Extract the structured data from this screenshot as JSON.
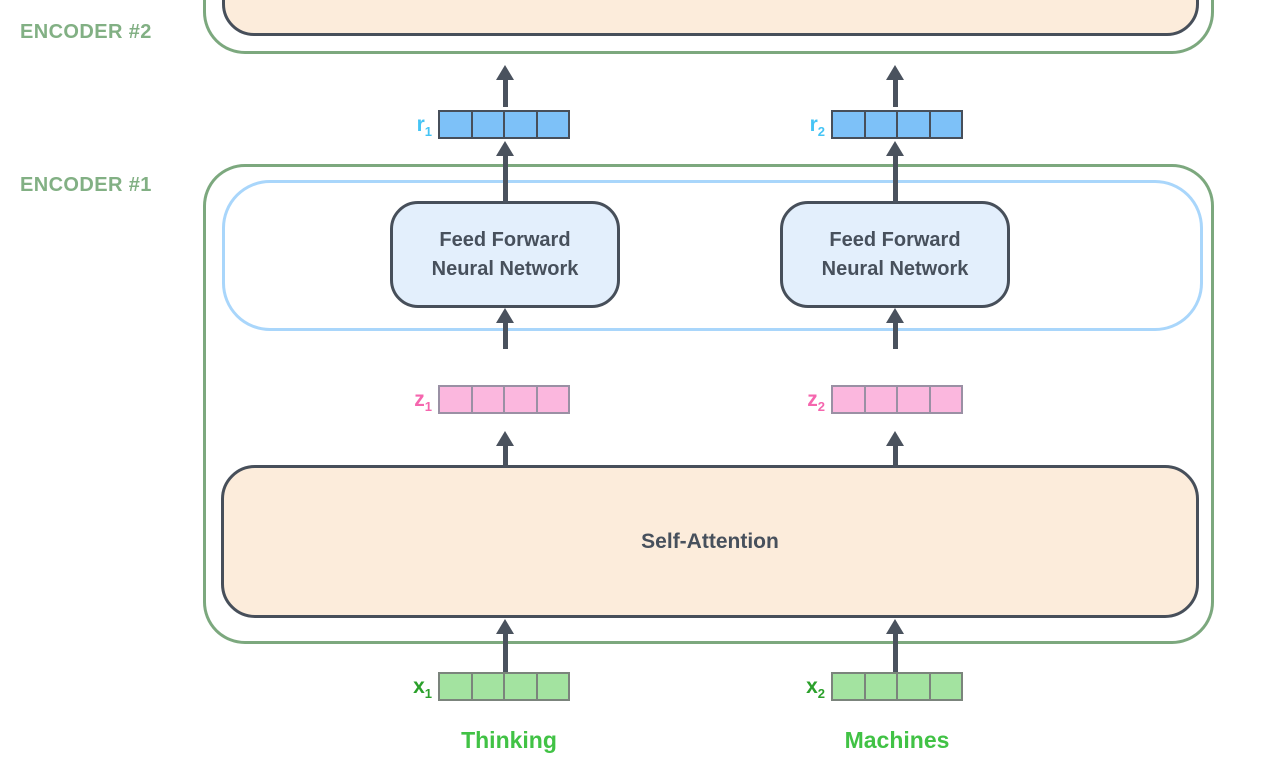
{
  "encoders": {
    "encoder2_label": "ENCODER #2",
    "encoder1_label": "ENCODER #1"
  },
  "blocks": {
    "feed_forward_line1": "Feed Forward",
    "feed_forward_line2": "Neural Network",
    "self_attention": "Self-Attention"
  },
  "vectors": {
    "r1": {
      "base": "r",
      "sub": "1"
    },
    "r2": {
      "base": "r",
      "sub": "2"
    },
    "z1": {
      "base": "z",
      "sub": "1"
    },
    "z2": {
      "base": "z",
      "sub": "2"
    },
    "x1": {
      "base": "x",
      "sub": "1"
    },
    "x2": {
      "base": "x",
      "sub": "2"
    }
  },
  "input_words": {
    "word1": "Thinking",
    "word2": "Machines"
  },
  "colors": {
    "green_border": "#7CA87E",
    "encoder_label": "#82B084",
    "dark_border": "#474F5A",
    "peach_fill": "#FCECDB",
    "ffnn_fill": "#E3EFFC",
    "blue_border": "#A9D6FB",
    "box_text": "#47505C",
    "arrow": "#4A525E",
    "r_cell_fill": "#7DC1F8",
    "r_label": "#45C4F5",
    "z_cell_fill": "#FBB7DE",
    "z_cell_border": "#9A90A4",
    "z_label": "#F566AE",
    "x_cell_fill": "#A3E3A0",
    "x_cell_border": "#7B847C",
    "x_label": "#2BA02B",
    "word_label": "#41C245"
  }
}
